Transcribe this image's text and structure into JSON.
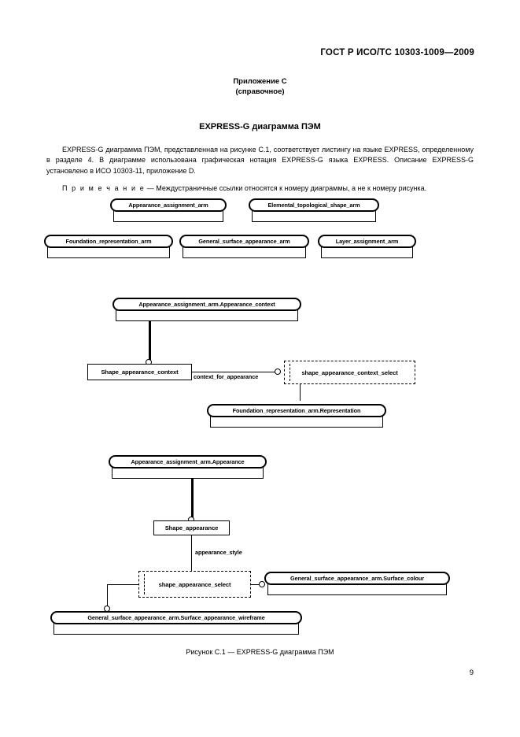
{
  "header": {
    "standard_number": "ГОСТ Р ИСО/ТС 10303-1009—2009"
  },
  "annex": {
    "line1": "Приложение С",
    "line2": "(справочное)"
  },
  "section": {
    "title": "EXPRESS-G диаграмма ПЭМ"
  },
  "paragraphs": {
    "p1": "EXPRESS-G диаграмма ПЭМ, представленная на рисунке С.1, соответствует листингу на языке EXPRESS, определенному в разделе 4. В диаграмме использована графическая нотация EXPRESS-G языка EXPRESS. Описание EXPRESS-G установлено в ИСО 10303-11, приложение D.",
    "note_label": "П р и м е ч а н и е",
    "note_text": " — Междустраничные ссылки относятся к номеру диаграммы, а не к номеру рисунка."
  },
  "figure": {
    "caption": "Рисунок С.1 — EXPRESS-G диаграмма ПЭМ"
  },
  "page_number": "9",
  "diagram": {
    "row1": [
      {
        "label": "Appearance_assignment_arm"
      },
      {
        "label": "Elemental_topological_shape_arm"
      }
    ],
    "row2": [
      {
        "label": "Foundation_representation_arm"
      },
      {
        "label": "General_surface_appearance_arm"
      },
      {
        "label": "Layer_assignment_arm"
      }
    ],
    "group2": {
      "top": "Appearance_assignment_arm.Appearance_context",
      "left_box": "Shape_appearance_context",
      "edge_label": "context_for_appearance",
      "select_box": "shape_appearance_context_select",
      "bottom": "Foundation_representation_arm.Representation"
    },
    "group3": {
      "top": "Appearance_assignment_arm.Appearance",
      "mid_box": "Shape_appearance",
      "edge_label": "appearance_style",
      "select_box": "shape_appearance_select",
      "right_box": "General_surface_appearance_arm.Surface_colour",
      "bottom_box": "General_surface_appearance_arm.Surface_appearance_wireframe"
    }
  }
}
